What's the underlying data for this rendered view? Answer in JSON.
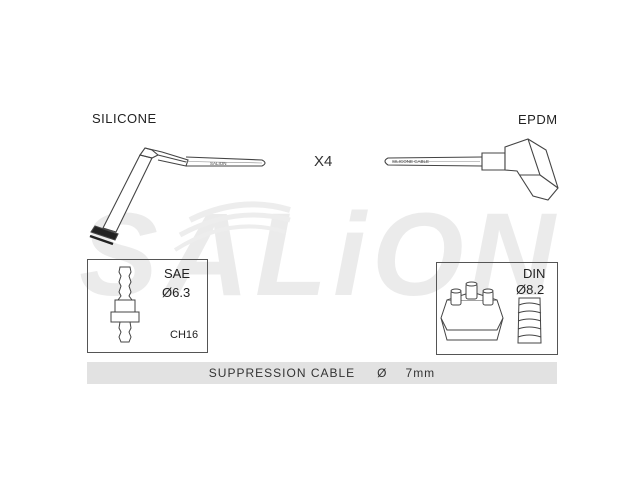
{
  "watermark": {
    "text": "SALiON"
  },
  "labels": {
    "left_material": "SILICONE",
    "right_material": "EPDM",
    "quantity": "X4"
  },
  "cable_print": {
    "left": "SALION",
    "right": "SILICONE CABLE"
  },
  "left_box": {
    "standard": "SAE",
    "diameter": "Ø6.3",
    "code": "CH16"
  },
  "right_box": {
    "standard": "DIN",
    "diameter": "Ø8.2"
  },
  "footer": {
    "label": "SUPPRESSION CABLE",
    "symbol": "Ø",
    "size": "7mm"
  },
  "colors": {
    "line": "#444444",
    "watermark": "#e8e8e8",
    "bar": "#e2e2e2"
  }
}
